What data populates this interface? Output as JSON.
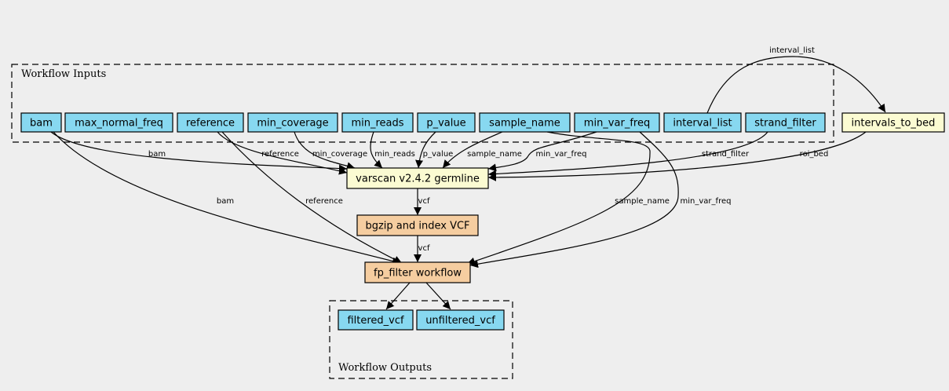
{
  "clusters": {
    "inputs": "Workflow Inputs",
    "outputs": "Workflow Outputs"
  },
  "colors": {
    "io_fill": "#87d8f0",
    "tool_fill": "#fbfbd2",
    "subworkflow_fill": "#f5cda0",
    "background": "#eeeeee"
  },
  "nodes": {
    "bam": "bam",
    "max_normal_freq": "max_normal_freq",
    "reference": "reference",
    "min_coverage": "min_coverage",
    "min_reads": "min_reads",
    "p_value": "p_value",
    "sample_name": "sample_name",
    "min_var_freq": "min_var_freq",
    "interval_list": "interval_list",
    "strand_filter": "strand_filter",
    "intervals_to_bed": "intervals_to_bed",
    "varscan": "varscan v2.4.2 germline",
    "bgzip": "bgzip and index VCF",
    "fp_filter": "fp_filter workflow",
    "filtered_vcf": "filtered_vcf",
    "unfiltered_vcf": "unfiltered_vcf"
  },
  "edge_labels": {
    "interval_list_to_bed": "interval_list",
    "bam_to_varscan": "bam",
    "reference_to_varscan": "reference",
    "min_coverage_to_varscan": "min_coverage",
    "min_reads_to_varscan": "min_reads",
    "p_value_to_varscan": "p_value",
    "sample_name_to_varscan": "sample_name",
    "min_var_freq_to_varscan": "min_var_freq",
    "strand_filter_to_varscan": "strand_filter",
    "roi_bed_to_varscan": "roi_bed",
    "varscan_to_bgzip": "vcf",
    "bgzip_to_fp": "vcf",
    "bam_to_fp": "bam",
    "reference_to_fp": "reference",
    "sample_name_to_fp": "sample_name",
    "min_var_freq_to_fp": "min_var_freq"
  }
}
